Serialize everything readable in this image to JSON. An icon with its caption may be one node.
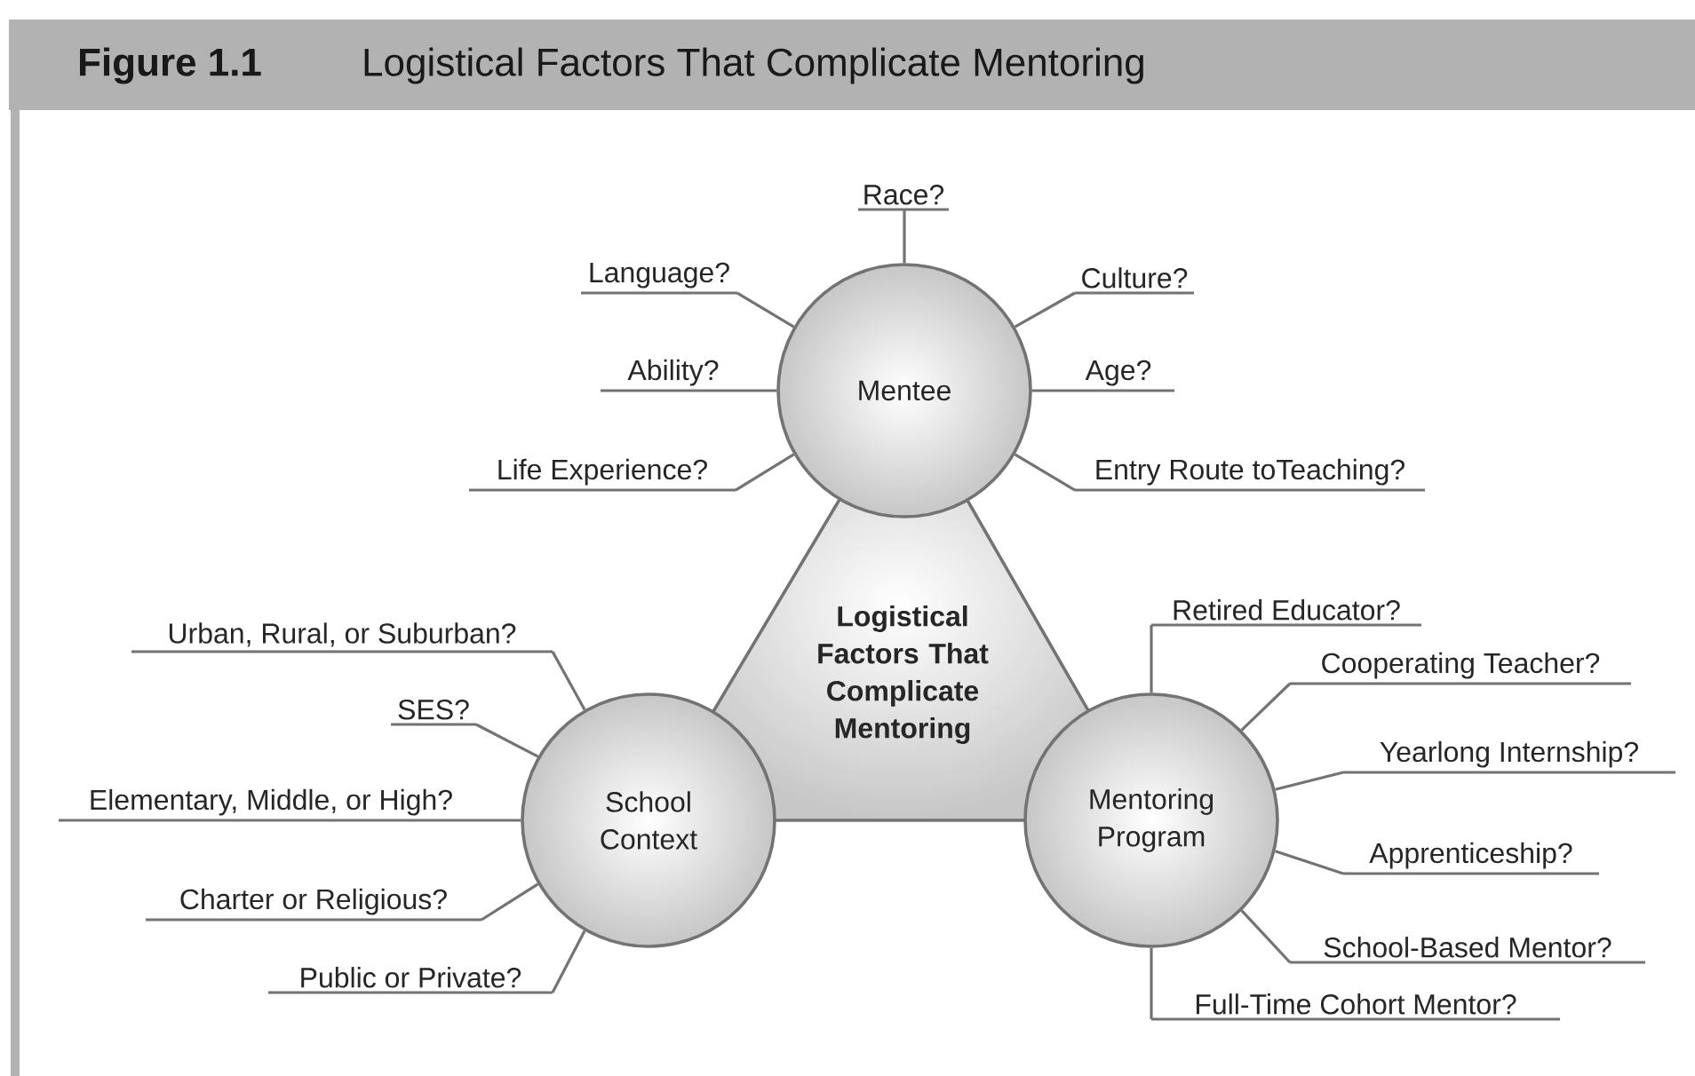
{
  "diagram": {
    "title": "Logistical Factors That Complicate Mentoring",
    "nodes": [
      {
        "text": [
          "Logistical Factors That Complicate Mentoring"
        ]
      },
      {
        "text": [
          "Mentee"
        ]
      },
      {
        "text": [
          "School Context"
        ]
      },
      {
        "text": [
          "Mentoring Program"
        ]
      },
      {
        "text": [
          "Race?"
        ]
      },
      {
        "text": [
          "Language?"
        ]
      },
      {
        "text": [
          "Culture?"
        ]
      },
      {
        "text": [
          "Ability?"
        ]
      },
      {
        "text": [
          "Age?"
        ]
      },
      {
        "text": [
          "Life Experience?"
        ]
      },
      {
        "text": [
          "Entry Route toTeaching?"
        ]
      },
      {
        "text": [
          "Urban, Rural, or Suburban?"
        ]
      },
      {
        "text": [
          "SES?"
        ]
      },
      {
        "text": [
          "Elementary, Middle, or High?"
        ]
      },
      {
        "text": [
          "Charter or Religious?"
        ]
      },
      {
        "text": [
          "Public or Private?"
        ]
      },
      {
        "text": [
          "Retired Educator?"
        ]
      },
      {
        "text": [
          "Cooperating Teacher?"
        ]
      },
      {
        "text": [
          "Yearlong Internship?"
        ]
      },
      {
        "text": [
          "Apprenticeship?"
        ]
      },
      {
        "text": [
          "School-Based Mentor?"
        ]
      },
      {
        "text": [
          "Full-Time Cohort Mentor?"
        ]
      }
    ],
    "edges": [
      {
        "from": 4,
        "to": 1,
        "arrow": "none"
      },
      {
        "from": 5,
        "to": 1,
        "arrow": "none"
      },
      {
        "from": 6,
        "to": 1,
        "arrow": "none"
      },
      {
        "from": 7,
        "to": 1,
        "arrow": "none"
      },
      {
        "from": 8,
        "to": 1,
        "arrow": "none"
      },
      {
        "from": 9,
        "to": 1,
        "arrow": "none"
      },
      {
        "from": 10,
        "to": 1,
        "arrow": "none"
      },
      {
        "from": 11,
        "to": 2,
        "arrow": "none"
      },
      {
        "from": 12,
        "to": 2,
        "arrow": "none"
      },
      {
        "from": 13,
        "to": 2,
        "arrow": "none"
      },
      {
        "from": 14,
        "to": 2,
        "arrow": "none"
      },
      {
        "from": 15,
        "to": 2,
        "arrow": "none"
      },
      {
        "from": 16,
        "to": 3,
        "arrow": "none"
      },
      {
        "from": 17,
        "to": 3,
        "arrow": "none"
      },
      {
        "from": 18,
        "to": 3,
        "arrow": "none"
      },
      {
        "from": 19,
        "to": 3,
        "arrow": "none"
      },
      {
        "from": 20,
        "to": 3,
        "arrow": "none"
      },
      {
        "from": 21,
        "to": 3,
        "arrow": "none"
      }
    ],
    "labels": [
      "Figure 1.1"
    ]
  }
}
